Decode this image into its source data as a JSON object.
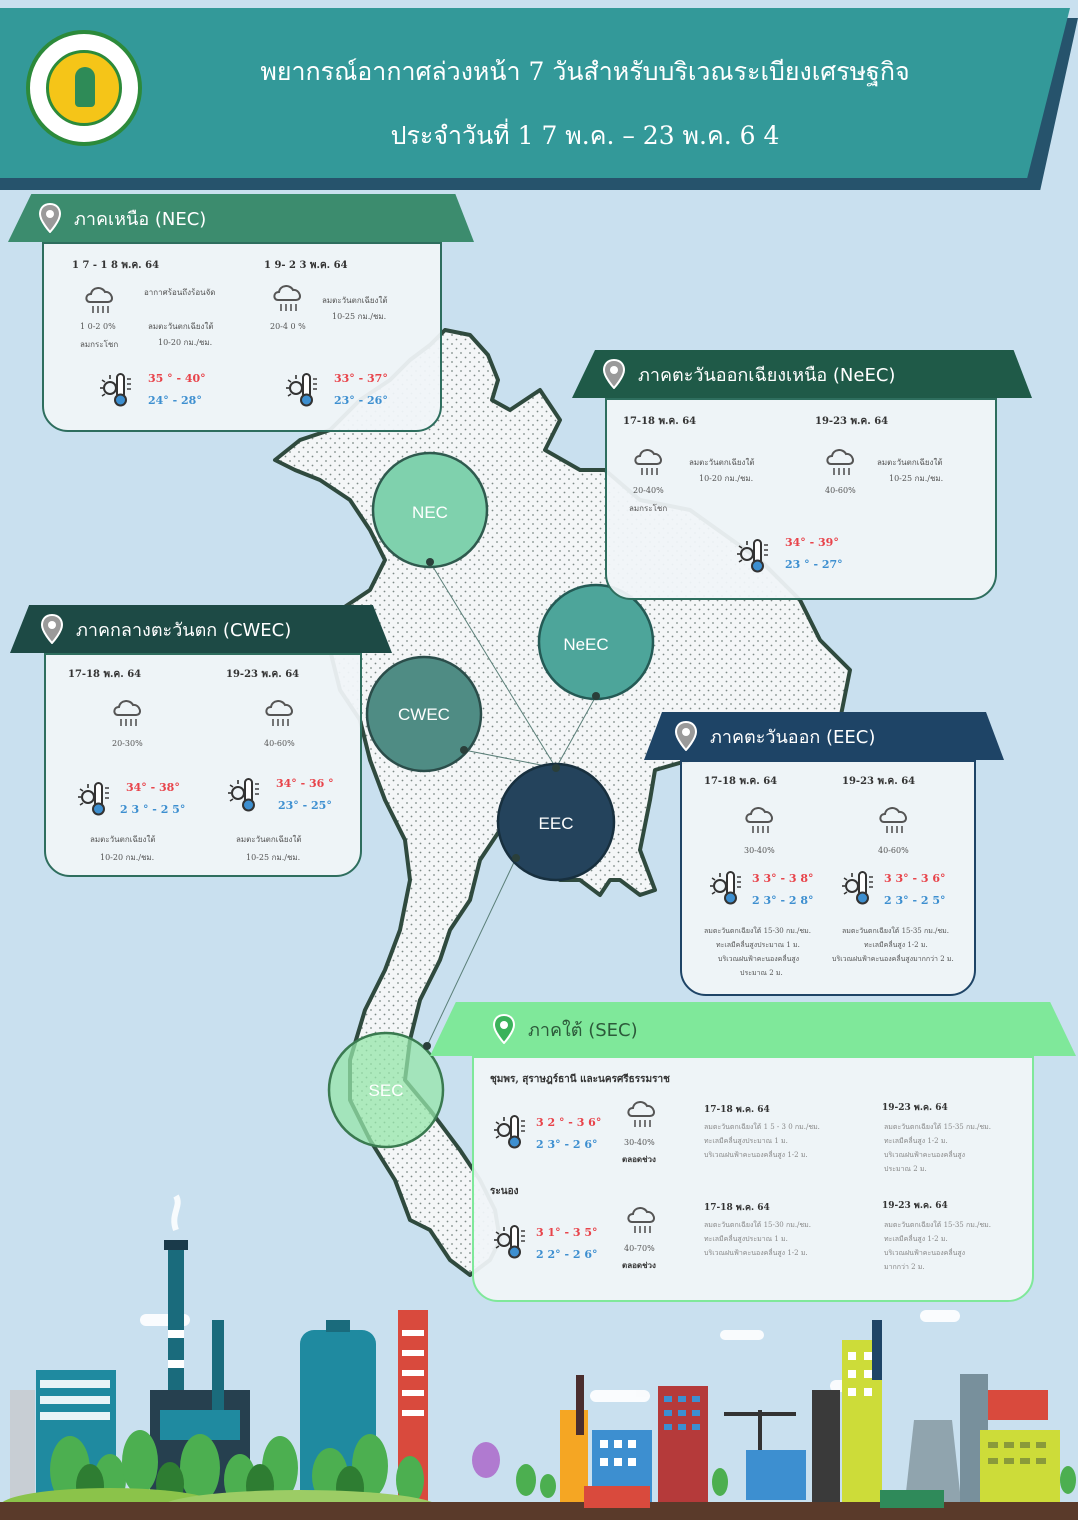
{
  "header": {
    "title": "พยากรณ์อากาศล่วงหน้า 7 วันสำหรับบริเวณระเบียงเศรษฐกิจ",
    "date_range": "ประจำวันที่ 1 7 พ.ค. – 23 พ.ค. 6 4"
  },
  "map_labels": {
    "nec": "NEC",
    "neec": "NeEC",
    "cwec": "CWEC",
    "eec": "EEC",
    "sec": "SEC"
  },
  "colors": {
    "teal": "#339999",
    "navy": "#26536c",
    "nec_green": "#3c8c6e",
    "neec_green": "#1f5a48",
    "cwec_dark": "#1d4a45",
    "eec_navy": "#1e4466",
    "sec_lightgreen": "#7fe89a",
    "hot": "#e8434a",
    "cool": "#3d8fd0"
  },
  "nec": {
    "title": "ภาคเหนือ (NEC)",
    "p1_date": "1 7 - 1 8 พ.ค. 64",
    "p1_weather": "อากาศร้อนถึงร้อนจัด",
    "p1_rain": "1 0-2 0%",
    "p1_rain2": "ลมกระโชก",
    "p1_wind": "ลมตะวันตกเฉียงใต้",
    "p1_wind2": "10-20 กม./ชม.",
    "p1_hot": "35 ° - 40°",
    "p1_cool": "24° - 28°",
    "p2_date": "1 9- 2 3 พ.ค. 64",
    "p2_rain": "20-4 0 %",
    "p2_wind": "ลมตะวันตกเฉียงใต้",
    "p2_wind2": "10-25 กม./ชม.",
    "p2_hot": "33° - 37°",
    "p2_cool": "23° - 26°"
  },
  "neec": {
    "title": "ภาคตะวันออกเฉียงเหนือ (NeEC)",
    "p1_date": "17-18 พ.ค. 64",
    "p1_wind": "ลมตะวันตกเฉียงใต้",
    "p1_wind2": "10-20 กม./ชม.",
    "p1_rain": "20-40%",
    "p1_rain2": "ลมกระโชก",
    "p2_date": "19-23 พ.ค. 64",
    "p2_wind": "ลมตะวันตกเฉียงใต้",
    "p2_wind2": "10-25 กม./ชม.",
    "p2_rain": "40-60%",
    "hot": "34° - 39°",
    "cool": "23 ° - 27°"
  },
  "cwec": {
    "title": "ภาคกลางตะวันตก (CWEC)",
    "p1_date": "17-18 พ.ค. 64",
    "p1_rain": "20-30%",
    "p1_hot": "34° - 38°",
    "p1_cool": "2 3 ° - 2 5°",
    "p1_wind": "ลมตะวันตกเฉียงใต้",
    "p1_wind2": "10-20 กม./ชม.",
    "p2_date": "19-23 พ.ค. 64",
    "p2_rain": "40-60%",
    "p2_hot": "34° - 36 °",
    "p2_cool": "23° - 25°",
    "p2_wind": "ลมตะวันตกเฉียงใต้",
    "p2_wind2": "10-25 กม./ชม."
  },
  "eec": {
    "title": "ภาคตะวันออก (EEC)",
    "p1_date": "17-18 พ.ค. 64",
    "p1_rain": "30-40%",
    "p1_hot": "3 3° - 3 8°",
    "p1_cool": "2 3° - 2 8°",
    "p1_note1": "ลมตะวันตกเฉียงใต้ 15-30 กม./ชม.",
    "p1_note2": "ทะเลมีคลื่นสูงประมาณ 1 ม.",
    "p1_note3": "บริเวณฝนฟ้าคะนองคลื่นสูง",
    "p1_note4": "ประมาณ 2 ม.",
    "p2_date": "19-23 พ.ค. 64",
    "p2_rain": "40-60%",
    "p2_hot": "3 3° - 3 6°",
    "p2_cool": "2 3° - 2 5°",
    "p2_note1": "ลมตะวันตกเฉียงใต้ 15-35 กม./ชม.",
    "p2_note2": "ทะเลมีคลื่นสูง 1-2 ม.",
    "p2_note3": "บริเวณฝนฟ้าคะนองคลื่นสูงมากกว่า 2 ม."
  },
  "sec": {
    "title": "ภาคใต้ (SEC)",
    "area1": "ชุมพร, สุราษฎร์ธานี และนครศรีธรรมราช",
    "a1_hot": "3 2 ° - 3 6°",
    "a1_cool": "2 3° - 2 6°",
    "a1_rain": "30-40%",
    "a1_rain2": "ตลอดช่วง",
    "a1_p1_date": "17-18 พ.ค. 64",
    "a1_p1_n1": "ลมตะวันตกเฉียงใต้ 1 5 - 3 0 กม./ชม.",
    "a1_p1_n2": "ทะเลมีคลื่นสูงประมาณ 1 ม.",
    "a1_p1_n3": "บริเวณฝนฟ้าคะนองคลื่นสูง 1-2 ม.",
    "a1_p2_date": "19-23 พ.ค. 64",
    "a1_p2_n1": "ลมตะวันตกเฉียงใต้ 15-35 กม./ชม.",
    "a1_p2_n2": "ทะเลมีคลื่นสูง 1-2 ม.",
    "a1_p2_n3": "บริเวณฝนฟ้าคะนองคลื่นสูง",
    "a1_p2_n4": "ประมาณ 2 ม.",
    "area2": "ระนอง",
    "a2_hot": "3 1° - 3 5°",
    "a2_cool": "2 2° - 2 6°",
    "a2_rain": "40-70%",
    "a2_rain2": "ตลอดช่วง",
    "a2_p1_date": "17-18 พ.ค. 64",
    "a2_p1_n1": "ลมตะวันตกเฉียงใต้ 15-30 กม./ชม.",
    "a2_p1_n2": "ทะเลมีคลื่นสูงประมาณ 1 ม.",
    "a2_p1_n3": "บริเวณฝนฟ้าคะนองคลื่นสูง 1-2 ม.",
    "a2_p2_date": "19-23 พ.ค. 64",
    "a2_p2_n1": "ลมตะวันตกเฉียงใต้ 15-35 กม./ชม.",
    "a2_p2_n2": "ทะเลมีคลื่นสูง 1-2 ม.",
    "a2_p2_n3": "บริเวณฝนฟ้าคะนองคลื่นสูง",
    "a2_p2_n4": "มากกว่า 2 ม."
  }
}
